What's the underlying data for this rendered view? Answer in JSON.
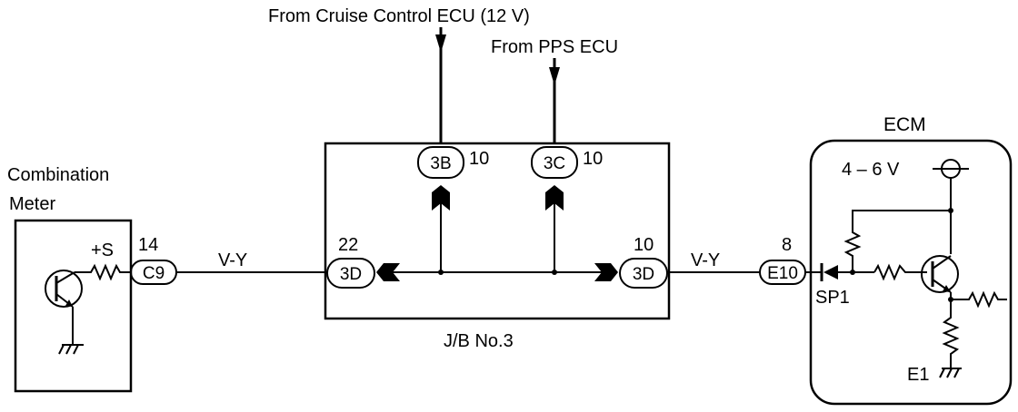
{
  "diagram": {
    "top_labels": {
      "cruise": "From Cruise Control ECU (12 V)",
      "pps": "From PPS ECU"
    },
    "combination_meter": {
      "title_line1": "Combination",
      "title_line2": "Meter",
      "terminal_label": "+S",
      "pin": "14",
      "connector": "C9"
    },
    "wires": {
      "left": "V-Y",
      "right": "V-Y"
    },
    "junction_block": {
      "label": "J/B No.3",
      "connector_3b": "3B",
      "pin_3b": "10",
      "connector_3c": "3C",
      "pin_3c": "10",
      "connector_3d_left": "3D",
      "pin_3d_left": "22",
      "connector_3d_right": "3D",
      "pin_3d_right": "10"
    },
    "ecm": {
      "title": "ECM",
      "voltage": "4 – 6 V",
      "pin": "8",
      "connector": "E10",
      "sp_label": "SP1",
      "ground_label": "E1"
    }
  }
}
